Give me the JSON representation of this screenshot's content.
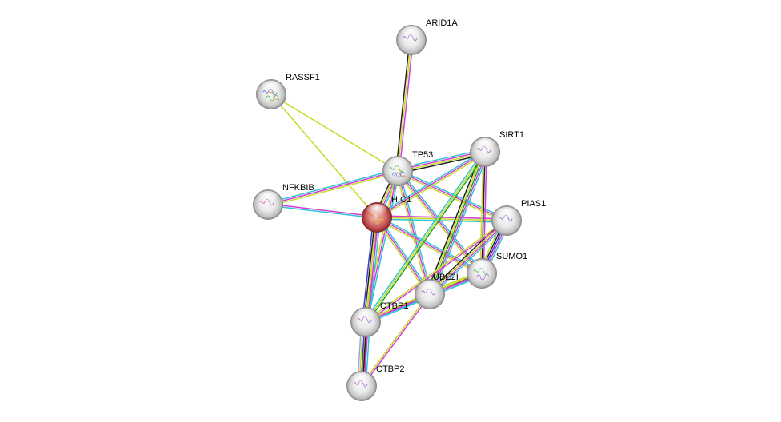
{
  "diagram": {
    "background": "#ffffff",
    "nodes": [
      {
        "id": "ARID1A",
        "label": "ARID1A",
        "color": "#e2e2e2",
        "structure_colors": [
          "#a060d0"
        ]
      },
      {
        "id": "RASSF1",
        "label": "RASSF1",
        "color": "#e2e2e2",
        "structure_colors": [
          "#4060e0",
          "#40c060",
          "#e08020"
        ]
      },
      {
        "id": "SIRT1",
        "label": "SIRT1",
        "color": "#e2e2e2",
        "structure_colors": [
          "#a060d0"
        ]
      },
      {
        "id": "TP53",
        "label": "TP53",
        "color": "#e2e2e2",
        "structure_colors": [
          "#40b040",
          "#4080e0",
          "#e0a020",
          "#a060d0"
        ]
      },
      {
        "id": "NFKBIB",
        "label": "NFKBIB",
        "color": "#e2e2e2",
        "structure_colors": [
          "#d050a0"
        ]
      },
      {
        "id": "HIC1",
        "label": "HIC1",
        "color": "#d04848",
        "structure_colors": [
          "#e08010",
          "#f0c020"
        ]
      },
      {
        "id": "PIAS1",
        "label": "PIAS1",
        "color": "#e2e2e2",
        "structure_colors": [
          "#7060c0"
        ]
      },
      {
        "id": "SUMO1",
        "label": "SUMO1",
        "color": "#e2e2e2",
        "structure_colors": [
          "#40c060",
          "#a060d0"
        ]
      },
      {
        "id": "UBE2I",
        "label": "UBE2I",
        "color": "#e2e2e2",
        "structure_colors": [
          "#a060d0"
        ]
      },
      {
        "id": "CTBP1",
        "label": "CTBP1",
        "color": "#e2e2e2",
        "structure_colors": [
          "#a060d0"
        ]
      },
      {
        "id": "CTBP2",
        "label": "CTBP2",
        "color": "#e2e2e2",
        "structure_colors": [
          "#a060d0"
        ]
      }
    ],
    "edges": [
      {
        "source": "ARID1A",
        "target": "TP53",
        "colors": [
          "#d43cd4",
          "#c3db24",
          "#202020"
        ]
      },
      {
        "source": "RASSF1",
        "target": "TP53",
        "colors": [
          "#c3db24"
        ]
      },
      {
        "source": "RASSF1",
        "target": "HIC1",
        "colors": [
          "#c3db24"
        ]
      },
      {
        "source": "NFKBIB",
        "target": "TP53",
        "colors": [
          "#2ec4d4",
          "#d43cd4",
          "#c3db24"
        ]
      },
      {
        "source": "NFKBIB",
        "target": "HIC1",
        "colors": [
          "#d43cd4",
          "#2ec4d4"
        ]
      },
      {
        "source": "TP53",
        "target": "HIC1",
        "colors": [
          "#2ec4d4",
          "#d43cd4",
          "#c3db24",
          "#202020"
        ]
      },
      {
        "source": "TP53",
        "target": "SIRT1",
        "colors": [
          "#2ec4d4",
          "#d43cd4",
          "#c3db24",
          "#202020"
        ]
      },
      {
        "source": "TP53",
        "target": "PIAS1",
        "colors": [
          "#2ec4d4",
          "#d43cd4",
          "#c3db24"
        ]
      },
      {
        "source": "TP53",
        "target": "SUMO1",
        "colors": [
          "#2ec4d4",
          "#d43cd4",
          "#c3db24"
        ]
      },
      {
        "source": "TP53",
        "target": "UBE2I",
        "colors": [
          "#2ec4d4",
          "#d43cd4",
          "#c3db24"
        ]
      },
      {
        "source": "TP53",
        "target": "CTBP1",
        "colors": [
          "#2ec4d4",
          "#d43cd4",
          "#c3db24"
        ]
      },
      {
        "source": "HIC1",
        "target": "SIRT1",
        "colors": [
          "#2ec4d4",
          "#d43cd4",
          "#c3db24"
        ]
      },
      {
        "source": "HIC1",
        "target": "PIAS1",
        "colors": [
          "#d43cd4",
          "#c3db24",
          "#2ec4d4"
        ]
      },
      {
        "source": "HIC1",
        "target": "SUMO1",
        "colors": [
          "#2ec4d4",
          "#d43cd4",
          "#c3db24"
        ]
      },
      {
        "source": "HIC1",
        "target": "UBE2I",
        "colors": [
          "#2ec4d4",
          "#d43cd4",
          "#c3db24"
        ]
      },
      {
        "source": "HIC1",
        "target": "CTBP1",
        "colors": [
          "#2ec4d4",
          "#d43cd4",
          "#c3db24",
          "#202020",
          "#3a3ad8"
        ]
      },
      {
        "source": "HIC1",
        "target": "CTBP2",
        "colors": [
          "#d43cd4",
          "#c3db24"
        ]
      },
      {
        "source": "SIRT1",
        "target": "SUMO1",
        "colors": [
          "#d43cd4",
          "#202020",
          "#c3db24"
        ]
      },
      {
        "source": "SIRT1",
        "target": "UBE2I",
        "colors": [
          "#2ec4d4",
          "#d43cd4",
          "#22a022",
          "#c3db24",
          "#202020"
        ]
      },
      {
        "source": "SIRT1",
        "target": "CTBP1",
        "colors": [
          "#22a022",
          "#c3db24",
          "#2ec4d4"
        ]
      },
      {
        "source": "PIAS1",
        "target": "SUMO1",
        "colors": [
          "#2ec4d4",
          "#d43cd4",
          "#3a3ad8",
          "#202020",
          "#c3db24"
        ]
      },
      {
        "source": "PIAS1",
        "target": "UBE2I",
        "colors": [
          "#2ec4d4",
          "#d43cd4",
          "#c3db24",
          "#202020"
        ]
      },
      {
        "source": "PIAS1",
        "target": "CTBP1",
        "colors": [
          "#d43cd4",
          "#c3db24"
        ]
      },
      {
        "source": "SUMO1",
        "target": "UBE2I",
        "colors": [
          "#2ec4d4",
          "#d43cd4",
          "#202020",
          "#c3db24"
        ]
      },
      {
        "source": "SUMO1",
        "target": "CTBP1",
        "colors": [
          "#2ec4d4",
          "#d43cd4",
          "#c3db24"
        ]
      },
      {
        "source": "UBE2I",
        "target": "CTBP1",
        "colors": [
          "#2ec4d4",
          "#d43cd4",
          "#c3db24"
        ]
      },
      {
        "source": "UBE2I",
        "target": "CTBP2",
        "colors": [
          "#d43cd4",
          "#c3db24"
        ]
      },
      {
        "source": "CTBP1",
        "target": "CTBP2",
        "colors": [
          "#2ec4d4",
          "#d43cd4",
          "#202020",
          "#3a3ad8",
          "#c3db24",
          "#a0a0e6"
        ]
      }
    ]
  }
}
